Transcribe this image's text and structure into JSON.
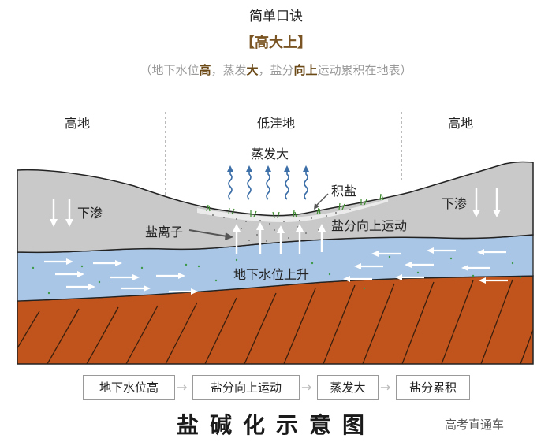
{
  "header": {
    "title": "简单口诀",
    "mnemonic": "【高大上】",
    "subtitle": {
      "open": "（",
      "p1": "地下水位",
      "h1": "高",
      "p2": "，蒸发",
      "h2": "大",
      "p3": "，盐分",
      "h3": "向上",
      "p4": "运动累积在地表",
      "close": "）"
    }
  },
  "regions": {
    "left": "高地",
    "middle": "低洼地",
    "right": "高地"
  },
  "labels": {
    "evaporation": "蒸发大",
    "salt_accumulation": "积盐",
    "infiltration_left": "下渗",
    "infiltration_right": "下渗",
    "salt_ions": "盐离子",
    "salt_upward": "盐分向上运动",
    "water_table_rise": "地下水位上升"
  },
  "flow": {
    "steps": [
      "地下水位高",
      "盐分向上运动",
      "蒸发大",
      "盐分累积"
    ],
    "arrow": "→"
  },
  "main_title": "盐碱化示意图",
  "watermark": "高考直通车",
  "colors": {
    "soil": "#c9c9c9",
    "groundwater": "#a9c6e6",
    "bedrock": "#c0541c",
    "mnemonic": "#7a5523",
    "evaporation_wave": "#3d6fa8"
  }
}
